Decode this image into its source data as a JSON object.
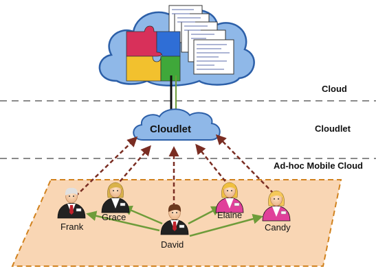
{
  "layers": {
    "cloud": "Cloud",
    "cloudlet": "Cloudlet",
    "adhoc": "Ad-hoc Mobile Cloud"
  },
  "cloudlet_label": "Cloudlet",
  "people": [
    {
      "name": "Frank",
      "role": "man",
      "suit": "#222222",
      "hair": "#e0e0e0"
    },
    {
      "name": "Grace",
      "role": "woman",
      "suit": "#222222",
      "hair": "#d9b24a"
    },
    {
      "name": "David",
      "role": "man",
      "suit": "#222222",
      "hair": "#6b3a1e"
    },
    {
      "name": "Elaine",
      "role": "woman",
      "suit": "#e0409a",
      "hair": "#f0c040"
    },
    {
      "name": "Candy",
      "role": "woman",
      "suit": "#e0409a",
      "hair": "#f5c85a"
    }
  ],
  "colors": {
    "cloud_fill": "#8fb8e8",
    "cloud_stroke": "#2c5fa8",
    "plane_fill": "#f9d6b4",
    "plane_stroke": "#d1821e",
    "dashed_arrow": "#7a2d22",
    "green_arrow": "#6e9c3a",
    "divider": "#8a8a8a"
  }
}
